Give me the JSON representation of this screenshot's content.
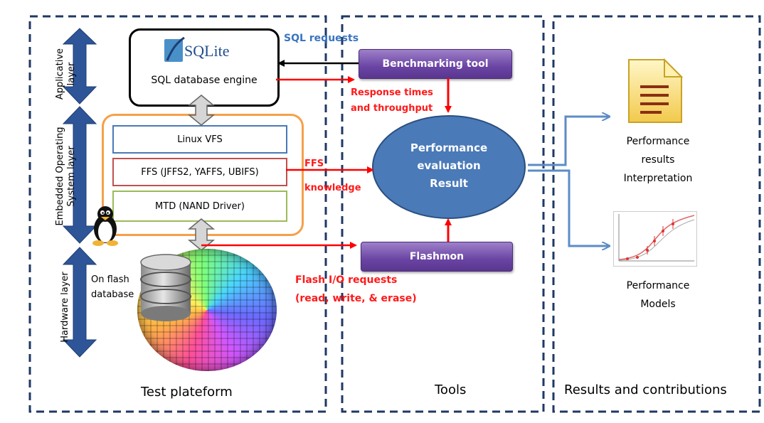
{
  "sections": {
    "test_platform": "Test plateform",
    "tools": "Tools",
    "results": "Results and contributions"
  },
  "layers": {
    "applicative": "Applicative layer",
    "os": "Embedded Operating System layer",
    "hardware": "Hardware layer"
  },
  "sqlite": {
    "logo_text": "SQLite",
    "engine_label": "SQL database engine"
  },
  "os_boxes": {
    "vfs": "Linux VFS",
    "ffs": "FFS (JFFS2, YAFFS, UBIFS)",
    "mtd": "MTD (NAND Driver)"
  },
  "hardware": {
    "db_label_1": "On flash",
    "db_label_2": "database"
  },
  "tools": {
    "benchmark": "Benchmarking tool",
    "flashmon": "Flashmon",
    "evaluation_1": "Performance",
    "evaluation_2": "evaluation",
    "evaluation_3": "Result"
  },
  "annotations": {
    "sql_requests": "SQL requests",
    "response_1": "Response times",
    "response_2": "and  throughput",
    "ffs_1": "FFS",
    "ffs_2": "knowledge",
    "flash_io_1": "Flash I/O requests",
    "flash_io_2": "(read, write, & erase)"
  },
  "results": {
    "interp_1": "Performance",
    "interp_2": "results",
    "interp_3": "Interpretation",
    "models_1": "Performance",
    "models_2": "Models"
  },
  "colors": {
    "dash_border": "#1f3864",
    "layer_arrow": "#2e5597",
    "red_arrow": "#ff0000",
    "ellipse_fill": "#4a7ab8",
    "os_group_border": "#f5a04a",
    "vfs_border": "#4a79b7",
    "ffs_border": "#c0504d",
    "mtd_border": "#9bbb59",
    "flow_arrow": "#5b8cc6"
  }
}
